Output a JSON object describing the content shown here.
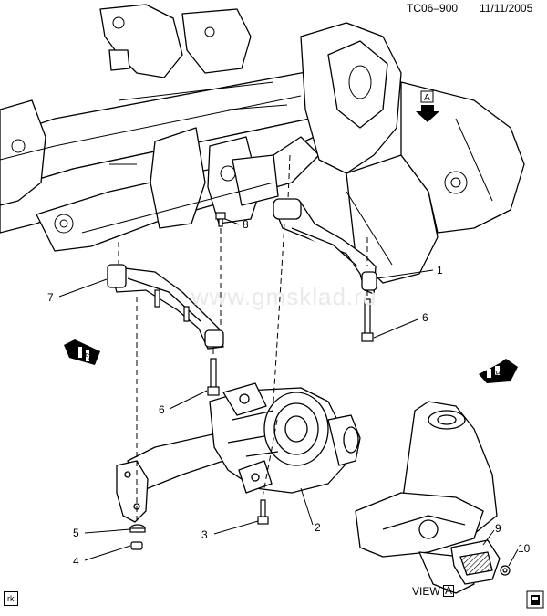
{
  "header": {
    "doc_id": "TC06–900",
    "date": "11/11/2005"
  },
  "callouts": [
    {
      "id": "callout-1",
      "label": "1",
      "part": "right-mount-bracket"
    },
    {
      "id": "callout-2",
      "label": "2",
      "part": "front-differential"
    },
    {
      "id": "callout-3",
      "label": "3",
      "part": "differential-bolt"
    },
    {
      "id": "callout-4",
      "label": "4",
      "part": "nut"
    },
    {
      "id": "callout-5",
      "label": "5",
      "part": "washer"
    },
    {
      "id": "callout-6a",
      "label": "6",
      "part": "right-mount-bolt"
    },
    {
      "id": "callout-6b",
      "label": "6",
      "part": "left-mount-bolt"
    },
    {
      "id": "callout-7",
      "label": "7",
      "part": "left-mount-bracket"
    },
    {
      "id": "callout-8",
      "label": "8",
      "part": "upper-bolt"
    },
    {
      "id": "callout-9",
      "label": "9",
      "part": "bracket"
    },
    {
      "id": "callout-10",
      "label": "10",
      "part": "nut"
    }
  ],
  "view_marker": {
    "arrow_letter": "A"
  },
  "view_label": {
    "prefix": "VIEW",
    "letter": "A"
  },
  "front_arrows": [
    {
      "text": "FRT"
    },
    {
      "text": "FRT"
    }
  ],
  "watermark": "www.gmsklad.ru",
  "corner_tag": "rk"
}
